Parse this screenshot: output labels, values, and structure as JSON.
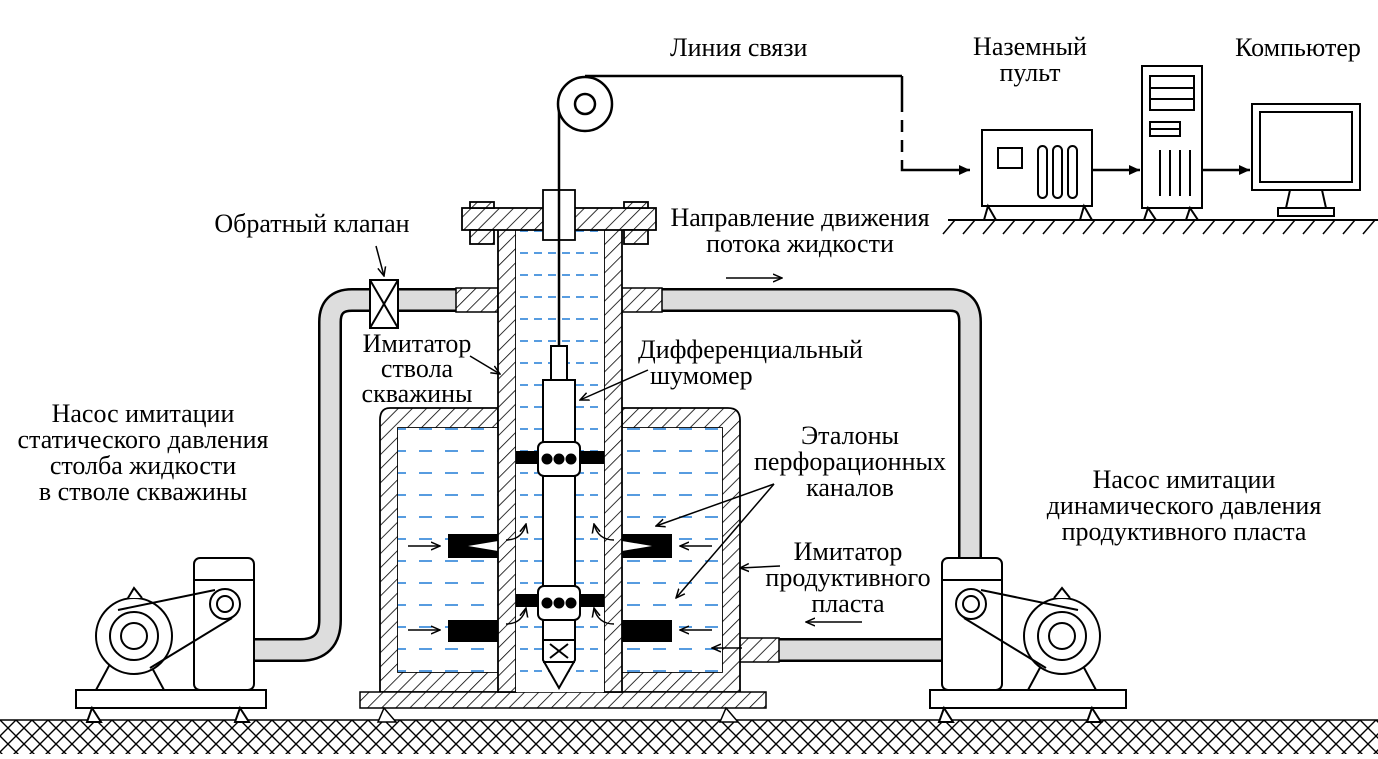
{
  "labels": {
    "comm_line": "Линия связи",
    "ground_console_1": "Наземный",
    "ground_console_2": "пульт",
    "computer": "Компьютер",
    "check_valve": "Обратный клапан",
    "flow_direction_1": "Направление движения",
    "flow_direction_2": "потока жидкости",
    "wellbore_sim_1": "Имитатор",
    "wellbore_sim_2": "ствола",
    "wellbore_sim_3": "скважины",
    "noise_meter_1": "Дифференциальный",
    "noise_meter_2": "шумомер",
    "perf_standards_1": "Эталоны",
    "perf_standards_2": "перфорационных",
    "perf_standards_3": "каналов",
    "static_pump_1": "Насос имитации",
    "static_pump_2": "статического давления",
    "static_pump_3": "столба жидкости",
    "static_pump_4": "в стволе скважины",
    "dynamic_pump_1": "Насос имитации",
    "dynamic_pump_2": "динамического давления",
    "dynamic_pump_3": "продуктивного пласта",
    "reservoir_sim_1": "Имитатор",
    "reservoir_sim_2": "продуктивного",
    "reservoir_sim_3": "пласта"
  },
  "colors": {
    "line": "#000000",
    "pipe_fill": "#dddddd",
    "fluid_dash": "#1f7bd6",
    "background": "#ffffff"
  },
  "icons": [
    "pulley-icon",
    "check-valve-icon",
    "computer-icon",
    "console-icon",
    "pump-icon",
    "noise-meter-icon"
  ]
}
